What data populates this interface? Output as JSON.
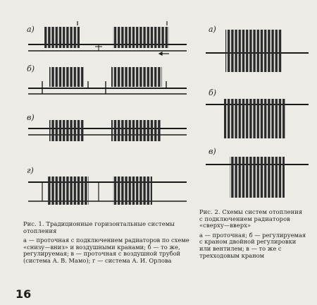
{
  "figure1": {
    "panel_labels": [
      "а)",
      "б)",
      "в)",
      "г)"
    ],
    "caption_title": "Рис. 1. Традиционные горизонтальные системы отопления",
    "caption_body": "а — проточная с подключением радиаторов по схеме «снизу—вниз» и воздушными кранами; б — то же, регулируемая; в — проточная с воздушной трубой (система А. В. Мамо); г — система А. И. Орлова"
  },
  "figure2": {
    "panel_labels": [
      "а)",
      "б)",
      "в)"
    ],
    "caption_title": "Рис. 2. Схемы систем отопления с подключением радиаторов «сверху—вверх»",
    "caption_body": "а — проточная; б — регулируемая с краном двойной регулировки или вентилем; в — то же с трехходовым краном"
  },
  "page_number": "16"
}
